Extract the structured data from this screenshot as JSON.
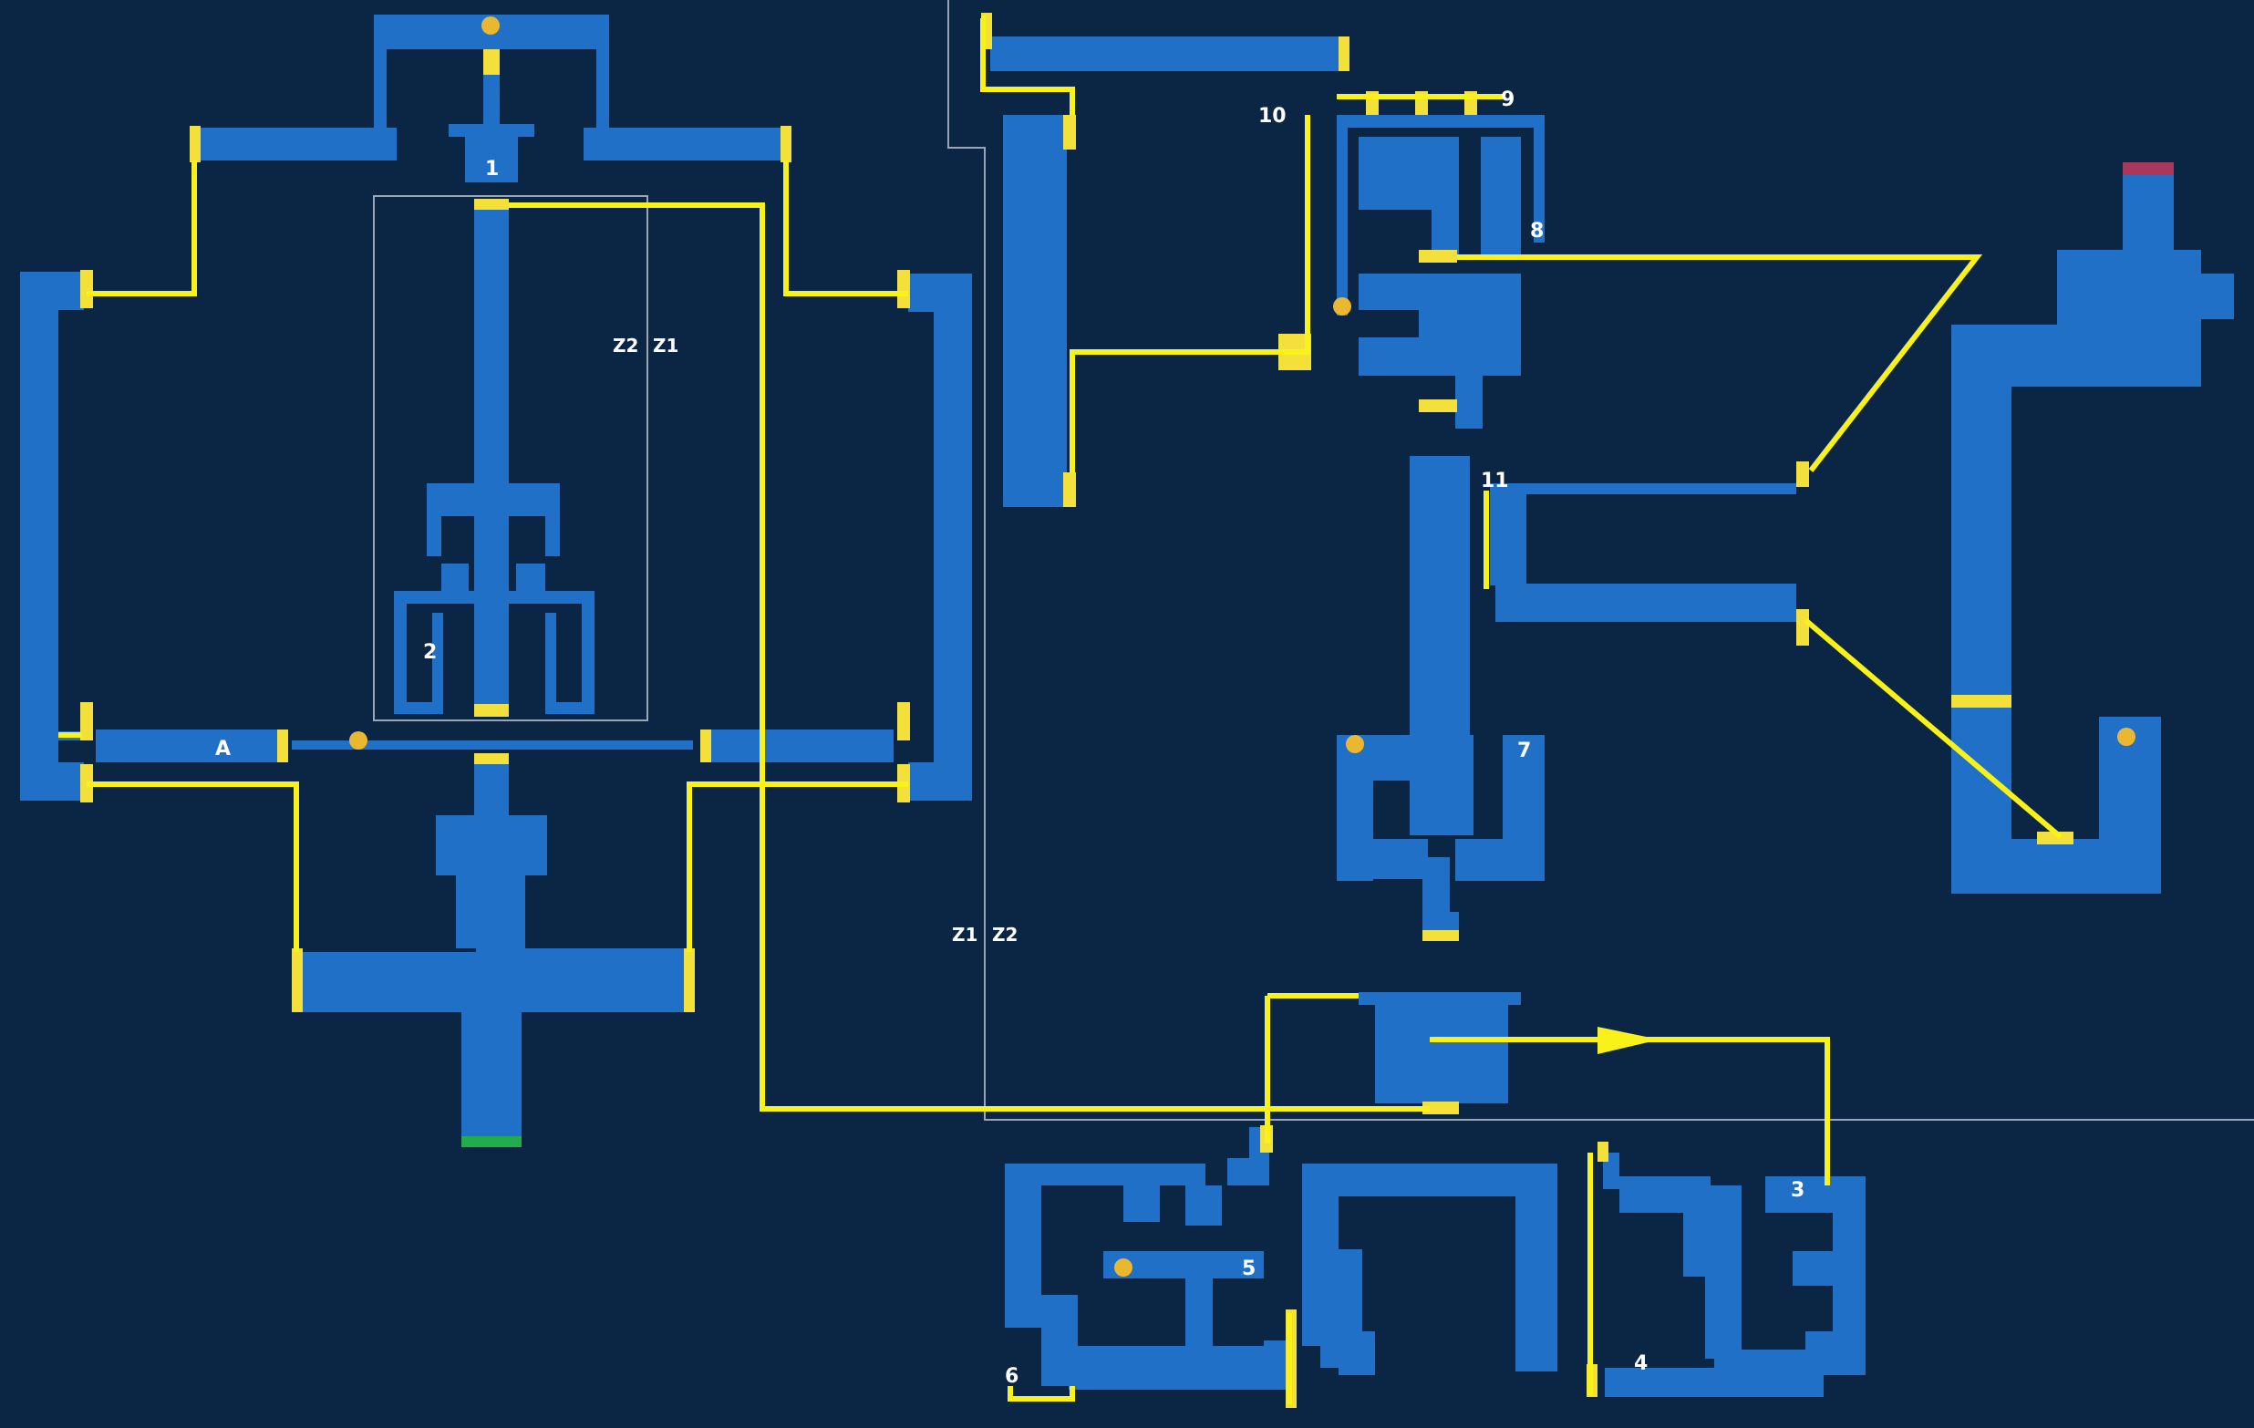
{
  "map": {
    "colors": {
      "background": "#0b2545",
      "room": "#2070c8",
      "door": "#f3e03a",
      "connector": "#f8f21a",
      "zone_border": "#9aa6b5",
      "save_green": "#1fae4b",
      "boss_red": "#a8385c",
      "item_gold": "#e9b830"
    },
    "region_labels": [
      "1",
      "2",
      "3",
      "4",
      "5",
      "6",
      "7",
      "8",
      "9",
      "10",
      "11",
      "A"
    ],
    "zone_labels": {
      "left_a": "Z2",
      "left_b": "Z1",
      "mid_a": "Z1",
      "mid_b": "Z2"
    },
    "item_icon": "treasure-orb-icon"
  }
}
